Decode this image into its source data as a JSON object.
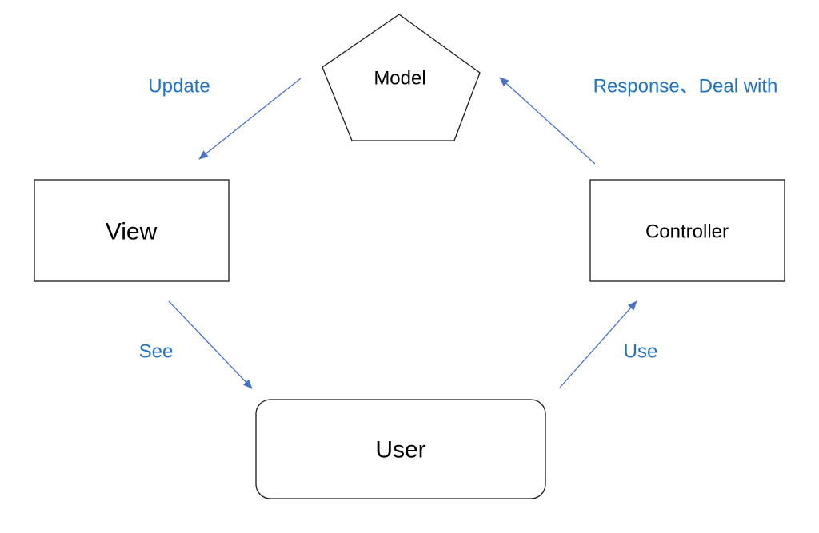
{
  "diagram": {
    "nodes": {
      "model": "Model",
      "view": "View",
      "controller": "Controller",
      "user": "User"
    },
    "edges": {
      "update": "Update",
      "response": "Response、Deal with",
      "see": "See",
      "use": "Use"
    },
    "colors": {
      "edge_label": "#1f73c0",
      "arrow": "#4a72c4",
      "node_border": "#1a1a1a"
    }
  }
}
